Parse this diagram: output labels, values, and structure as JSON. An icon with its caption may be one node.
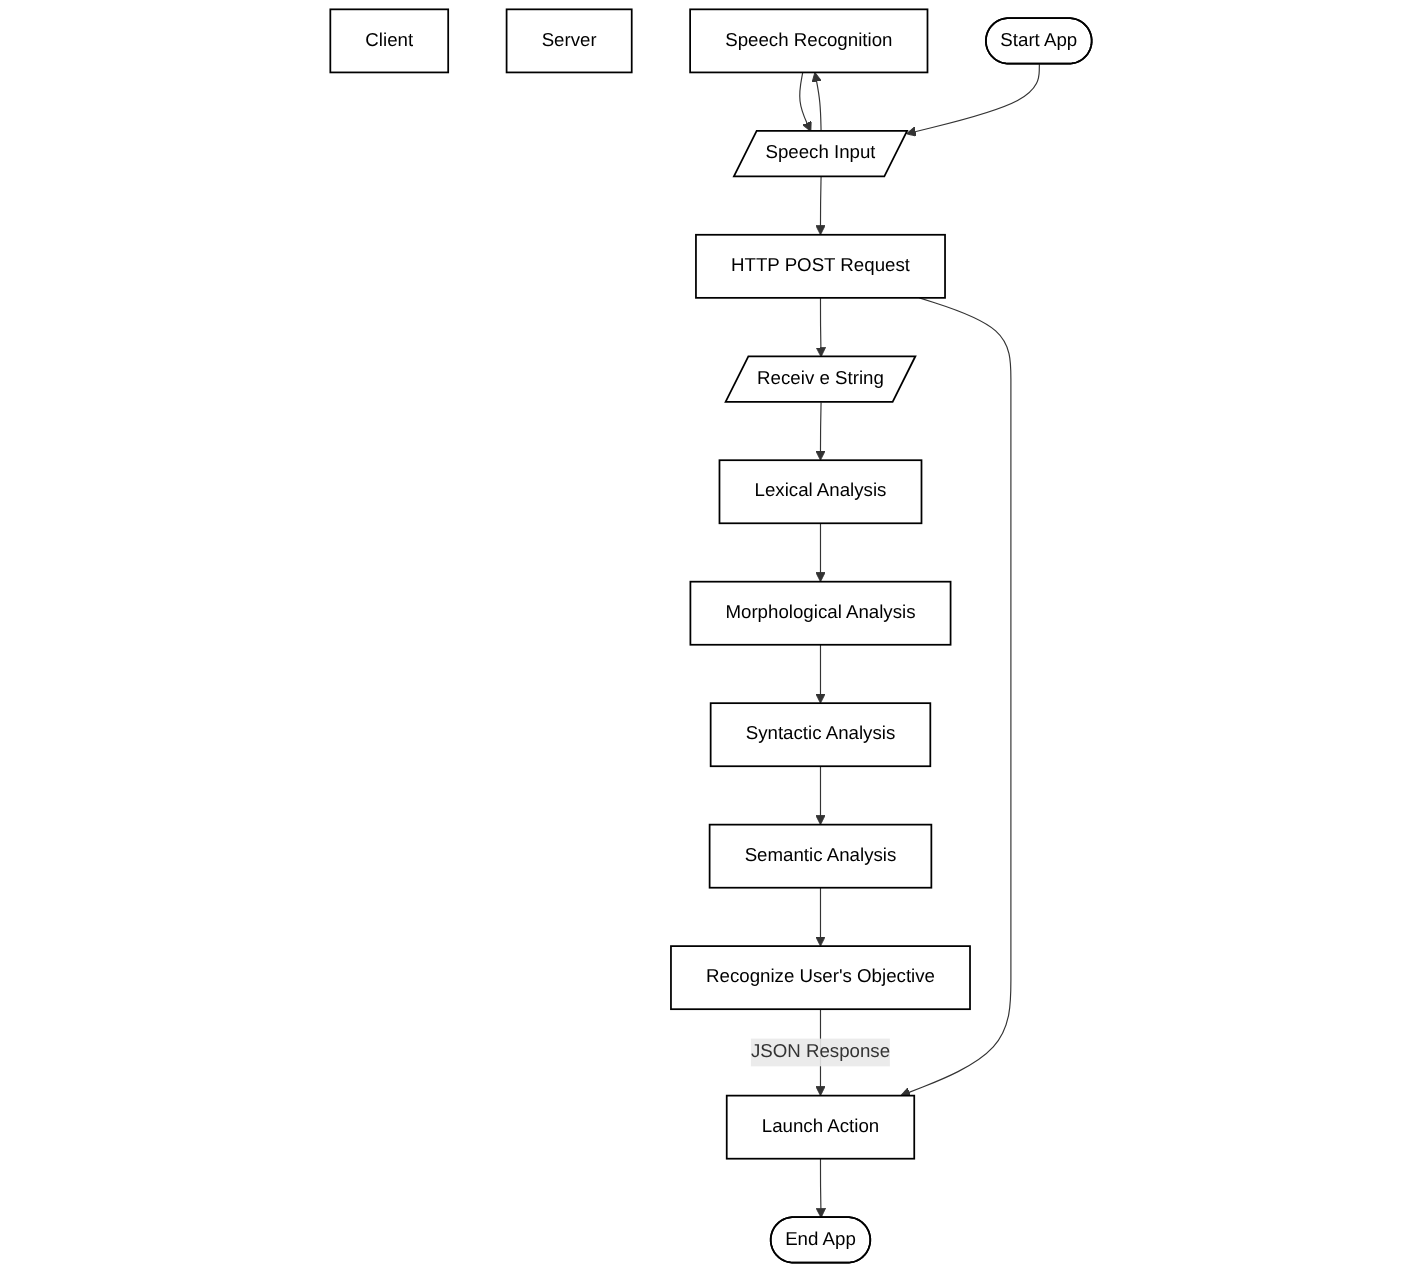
{
  "diagram": {
    "nodes": [
      {
        "text": [
          "Client"
        ]
      },
      {
        "text": [
          "Server"
        ]
      },
      {
        "text": [
          "Speech Recognition"
        ]
      },
      {
        "text": [
          "Start App"
        ]
      },
      {
        "text": [
          "Speech Input"
        ]
      },
      {
        "text": [
          "HTTP POST Request"
        ]
      },
      {
        "text": [
          "Launch Action"
        ]
      },
      {
        "text": [
          "End App"
        ]
      },
      {
        "text": [
          "Receiv e String"
        ]
      },
      {
        "text": [
          "Lexical Analysis"
        ]
      },
      {
        "text": [
          "Morphological Analysis"
        ]
      },
      {
        "text": [
          "Syntactic Analysis"
        ]
      },
      {
        "text": [
          "Semantic Analysis"
        ]
      },
      {
        "text": [
          "Recognize User's Objective"
        ]
      }
    ],
    "edges": [
      {
        "from": 4,
        "to": 2,
        "arrow": "to"
      },
      {
        "from": 2,
        "to": 4,
        "arrow": "to"
      },
      {
        "from": 3,
        "to": 4,
        "arrow": "to"
      },
      {
        "from": 4,
        "to": 5,
        "arrow": "to"
      },
      {
        "from": 5,
        "to": 8,
        "arrow": "to"
      },
      {
        "from": 5,
        "to": 6,
        "arrow": "to"
      },
      {
        "from": 6,
        "to": 7,
        "arrow": "to"
      },
      {
        "from": 8,
        "to": 9,
        "arrow": "to"
      },
      {
        "from": 9,
        "to": 10,
        "arrow": "to"
      },
      {
        "from": 10,
        "to": 11,
        "arrow": "to"
      },
      {
        "from": 11,
        "to": 12,
        "arrow": "to"
      },
      {
        "from": 12,
        "to": 13,
        "arrow": "to"
      },
      {
        "from": 13,
        "to": 6,
        "arrow": "to",
        "label": "JSON Response"
      }
    ]
  }
}
